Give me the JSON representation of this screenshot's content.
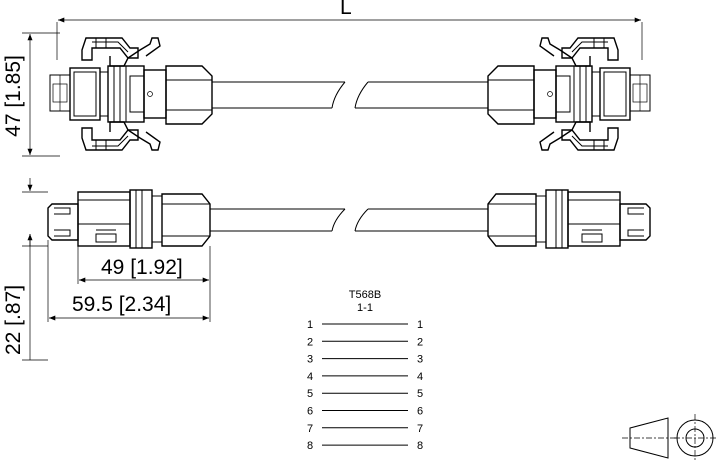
{
  "dimensions": {
    "overall_length": "L",
    "height_top": "47 [1.85]",
    "height_side": "22 [.87]",
    "body_length": "49 [1.92]",
    "total_length": "59.5 [2.34]"
  },
  "wiring": {
    "standard": "T568B",
    "mapping": "1-1",
    "pins_left": [
      "1",
      "2",
      "3",
      "4",
      "5",
      "6",
      "7",
      "8"
    ],
    "pins_right": [
      "1",
      "2",
      "3",
      "4",
      "5",
      "6",
      "7",
      "8"
    ]
  },
  "projection_symbol": "projection-symbol-icon"
}
